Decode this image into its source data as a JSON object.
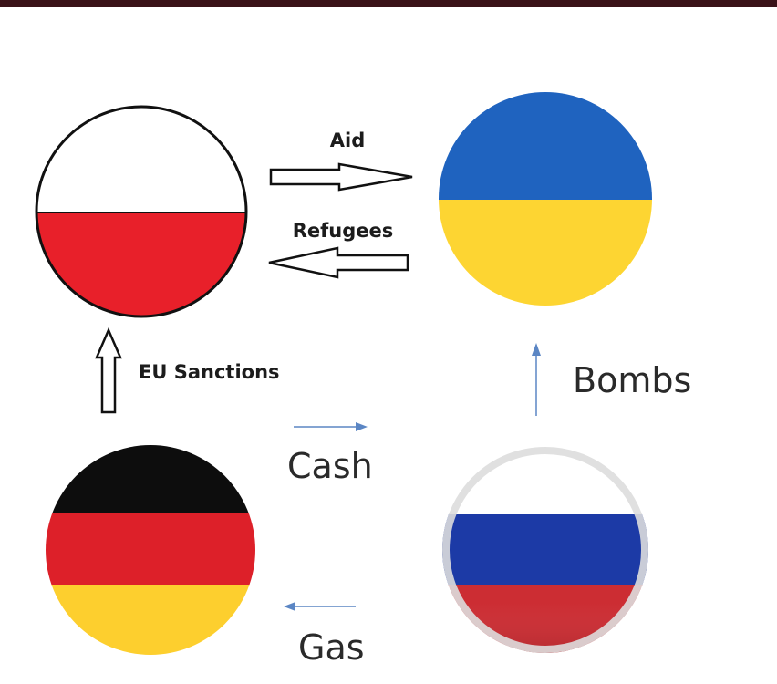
{
  "diagram": {
    "nodes": [
      {
        "id": "poland",
        "flag": "poland-flag",
        "stripes": [
          "#ffffff",
          "#e8202a"
        ]
      },
      {
        "id": "ukraine",
        "flag": "ukraine-flag",
        "stripes": [
          "#1f63bf",
          "#fdd532"
        ]
      },
      {
        "id": "germany",
        "flag": "germany-flag",
        "stripes": [
          "#0d0d0d",
          "#dd2029",
          "#fdcf2e"
        ]
      },
      {
        "id": "russia",
        "flag": "russia-flag",
        "stripes": [
          "#ffffff",
          "#1c3aa6",
          "#cc2d33"
        ]
      }
    ],
    "edges": {
      "aid": {
        "from": "poland",
        "to": "ukraine",
        "label": "Aid"
      },
      "refugees": {
        "from": "ukraine",
        "to": "poland",
        "label": "Refugees"
      },
      "eu_sanctions": {
        "from": "germany",
        "to": "poland",
        "label": "EU Sanctions"
      },
      "bombs": {
        "from": "russia",
        "to": "ukraine",
        "label": "Bombs"
      },
      "cash": {
        "from": "germany",
        "to": "russia",
        "label": "Cash"
      },
      "gas": {
        "from": "russia",
        "to": "germany",
        "label": "Gas"
      }
    },
    "colors": {
      "top_bar": "#3a1218",
      "thin_arrow": "#5b86c4",
      "outline": "#111111"
    }
  }
}
